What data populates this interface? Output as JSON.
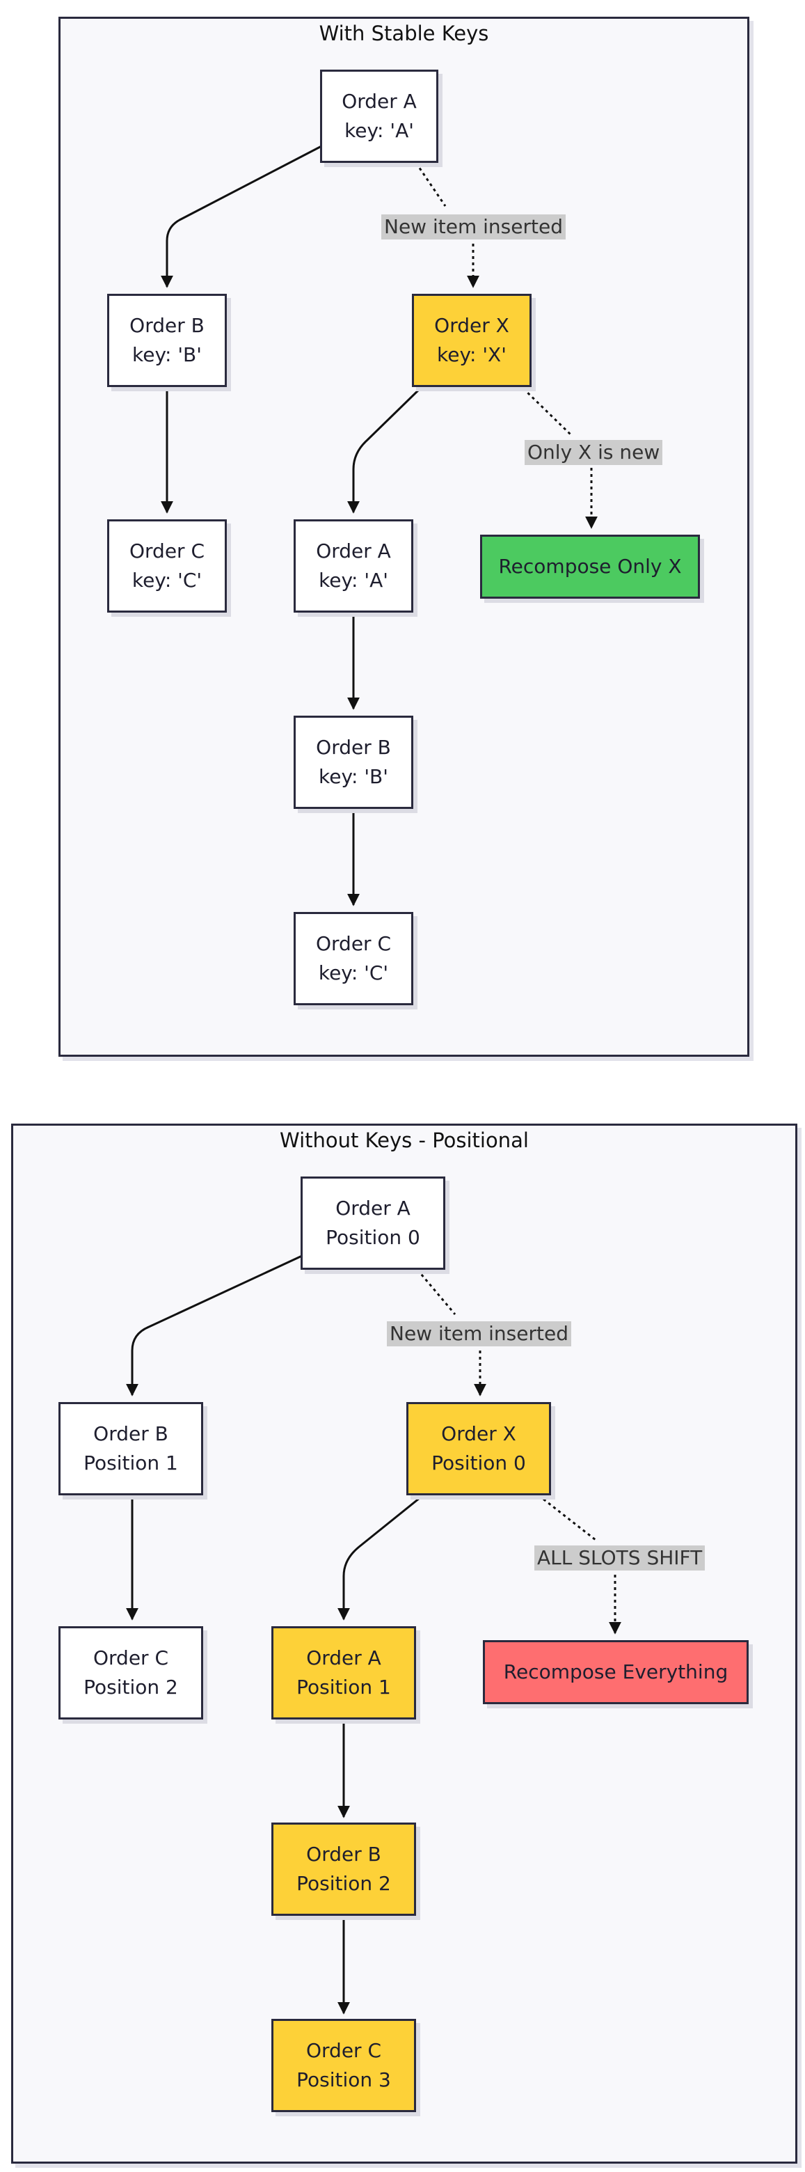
{
  "colors": {
    "border": "#2a2a3e",
    "cluster_bg": "#f8f8fb",
    "new_item": "#fdd138",
    "recompose_only": "#4cca60",
    "recompose_everything": "#fe6e70",
    "edge_label_bg": "#cccccc"
  },
  "stable": {
    "title": "With Stable Keys",
    "nodes": {
      "a_top": {
        "line1": "Order A",
        "line2": "key: 'A'"
      },
      "b_left": {
        "line1": "Order B",
        "line2": "key: 'B'"
      },
      "c_left": {
        "line1": "Order C",
        "line2": "key: 'C'"
      },
      "x": {
        "line1": "Order X",
        "line2": "key: 'X'"
      },
      "a_mid": {
        "line1": "Order A",
        "line2": "key: 'A'"
      },
      "b_mid": {
        "line1": "Order B",
        "line2": "key: 'B'"
      },
      "c_mid": {
        "line1": "Order C",
        "line2": "key: 'C'"
      },
      "result": {
        "line1": "Recompose Only X"
      }
    },
    "edge_labels": {
      "inserted": "New item inserted",
      "only_x": "Only X is new"
    }
  },
  "positional": {
    "title": "Without Keys - Positional",
    "nodes": {
      "a_top": {
        "line1": "Order A",
        "line2": "Position 0"
      },
      "b_left": {
        "line1": "Order B",
        "line2": "Position 1"
      },
      "c_left": {
        "line1": "Order C",
        "line2": "Position 2"
      },
      "x": {
        "line1": "Order X",
        "line2": "Position 0"
      },
      "a_mid": {
        "line1": "Order A",
        "line2": "Position 1"
      },
      "b_mid": {
        "line1": "Order B",
        "line2": "Position 2"
      },
      "c_mid": {
        "line1": "Order C",
        "line2": "Position 3"
      },
      "result": {
        "line1": "Recompose Everything"
      }
    },
    "edge_labels": {
      "inserted": "New item inserted",
      "shift": "ALL SLOTS SHIFT"
    }
  }
}
